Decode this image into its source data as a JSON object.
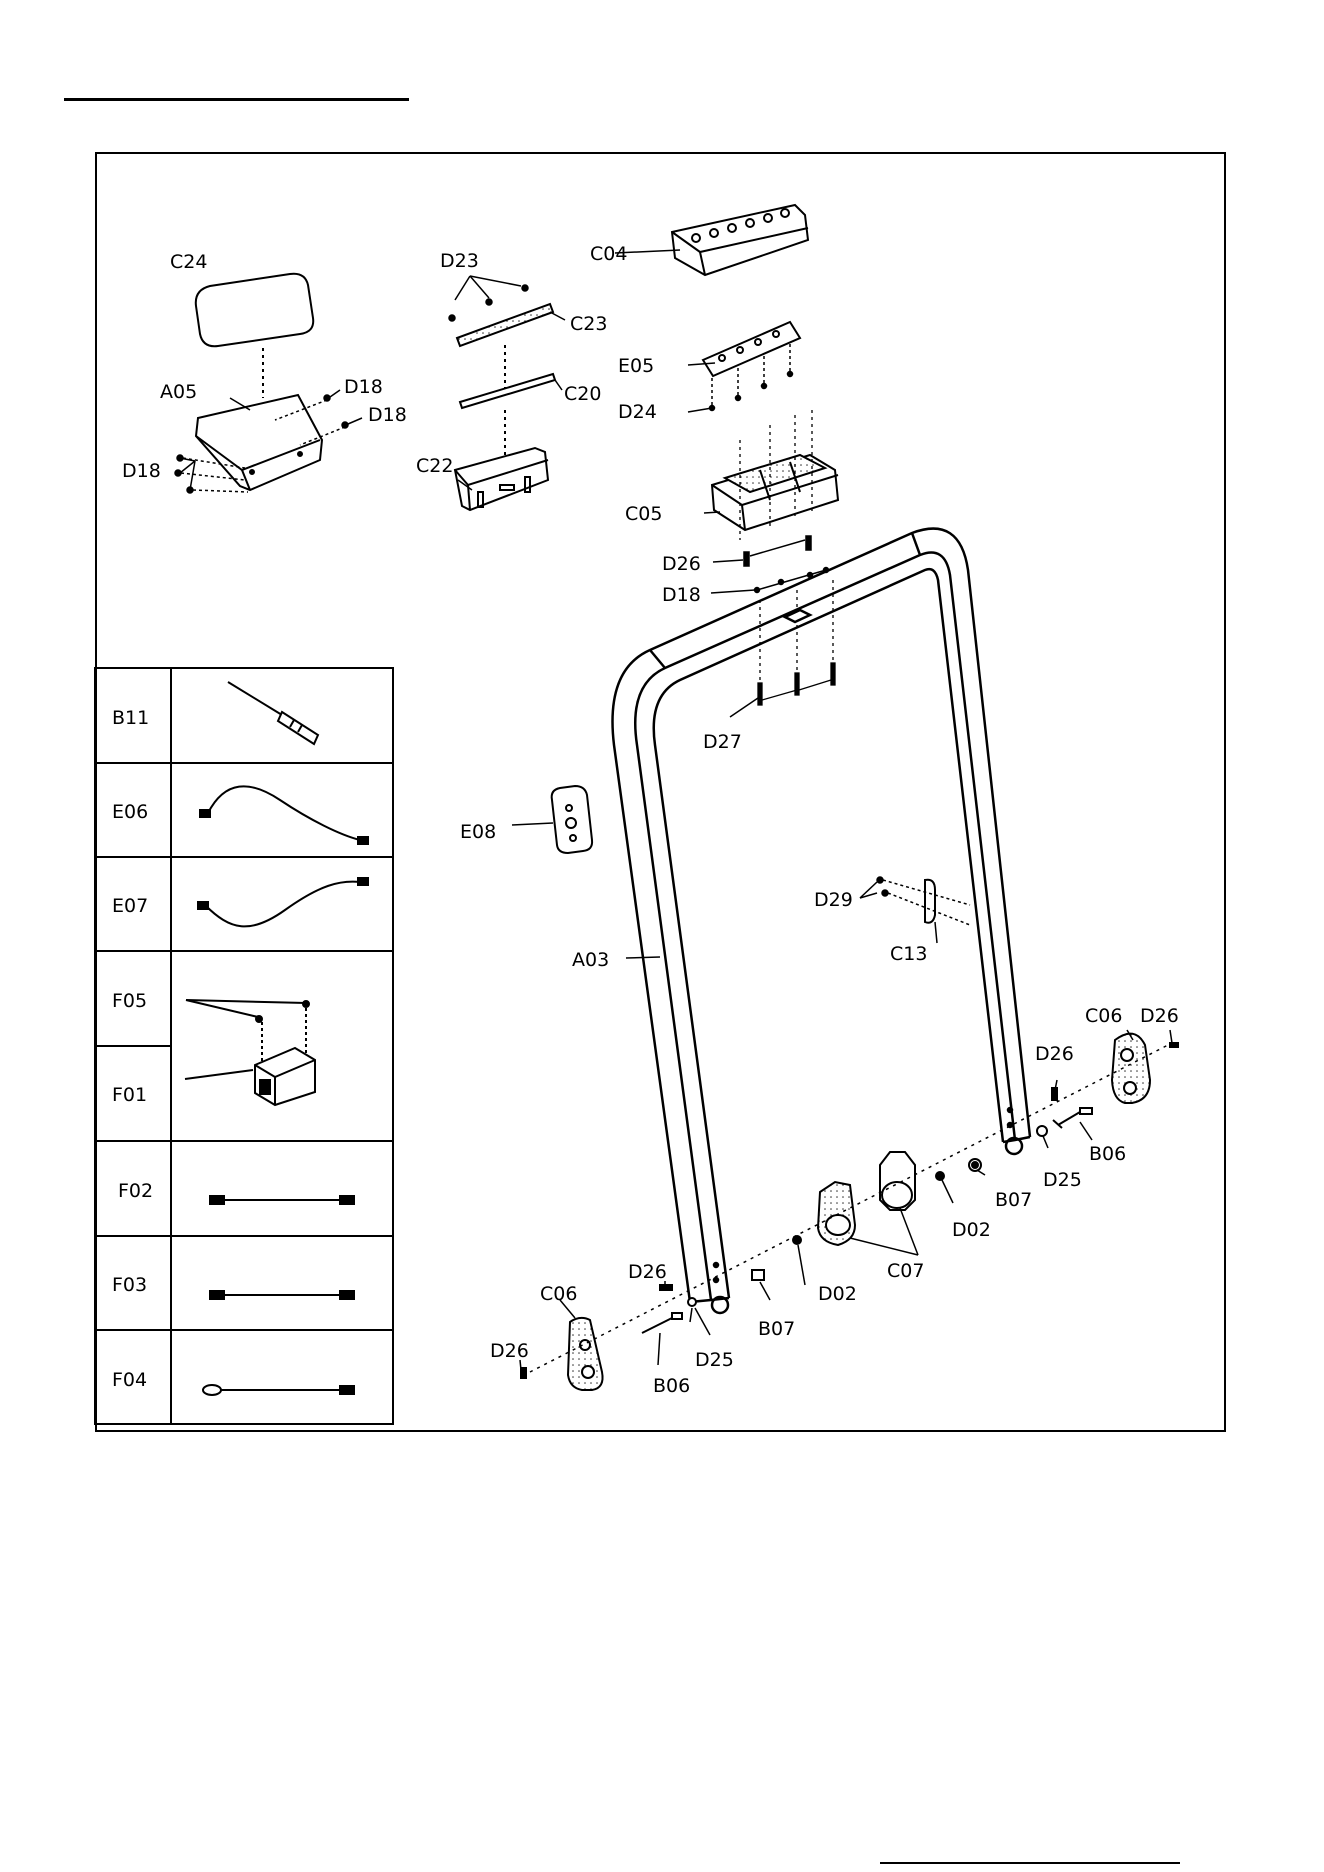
{
  "title": "",
  "parts_table": [
    {
      "code": "B11",
      "item": "screwdriver"
    },
    {
      "code": "E06",
      "item": "cable"
    },
    {
      "code": "E07",
      "item": "cable"
    },
    {
      "code": "F05",
      "item": "screws"
    },
    {
      "code": "F01",
      "item": "motor box"
    },
    {
      "code": "F02",
      "item": "connector cable"
    },
    {
      "code": "F03",
      "item": "connector cable"
    },
    {
      "code": "F04",
      "item": "connector cable"
    }
  ],
  "callouts": {
    "c24": "C24",
    "a05": "A05",
    "d18_a": "D18",
    "d18_b": "D18",
    "d18_c": "D18",
    "d23": "D23",
    "c23": "C23",
    "c20": "C20",
    "c22": "C22",
    "c04": "C04",
    "e05": "E05",
    "d24": "D24",
    "c05": "C05",
    "d26_top": "D26",
    "d18_top": "D18",
    "d27": "D27",
    "e08": "E08",
    "d29": "D29",
    "c13": "C13",
    "a03": "A03",
    "c06_right": "C06",
    "d26_right": "D26",
    "d26_mid": "D26",
    "b06_right": "B06",
    "d25_right": "D25",
    "b07_right": "B07",
    "d02_right": "D02",
    "c07": "C07",
    "d26_left_top": "D26",
    "c06_left": "C06",
    "d26_left": "D26",
    "b06_left": "B06",
    "d25_left": "D25",
    "b07_left": "B07",
    "d02_left": "D02"
  }
}
